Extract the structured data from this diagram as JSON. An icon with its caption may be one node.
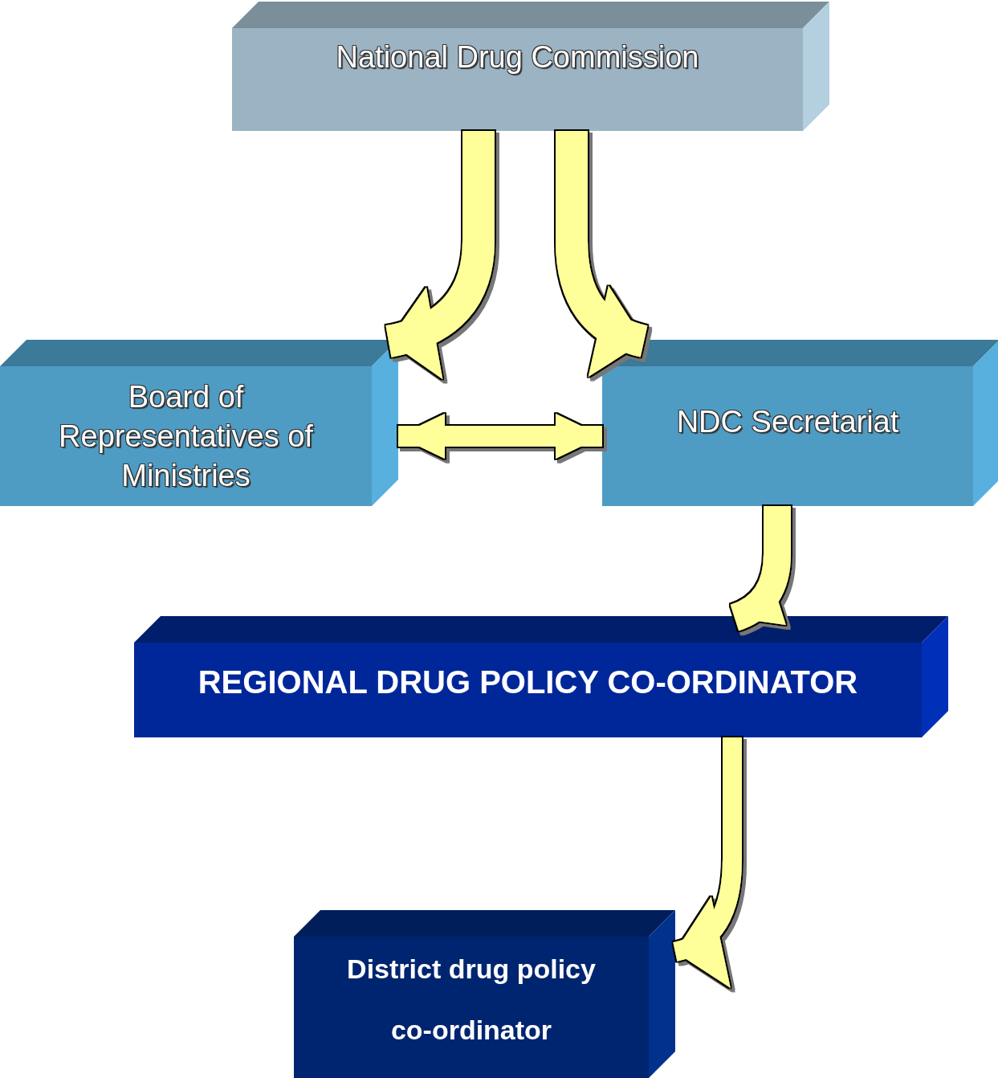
{
  "diagram": {
    "nodes": [
      {
        "text": [
          "National Drug Commission"
        ]
      },
      {
        "text": [
          "Board of Representatives of Ministries"
        ]
      },
      {
        "text": [
          "NDC Secretariat"
        ]
      },
      {
        "text": [
          "REGIONAL DRUG POLICY CO-ORDINATOR"
        ]
      },
      {
        "text": [
          "District drug policy co-ordinator"
        ]
      }
    ],
    "edges": [
      {
        "from": 0,
        "to": 1,
        "arrow": "to"
      },
      {
        "from": 0,
        "to": 2,
        "arrow": "to"
      },
      {
        "from": 1,
        "to": 2,
        "arrow": "both"
      },
      {
        "from": 2,
        "to": 3,
        "arrow": "to"
      },
      {
        "from": 3,
        "to": 4,
        "arrow": "to"
      }
    ]
  }
}
